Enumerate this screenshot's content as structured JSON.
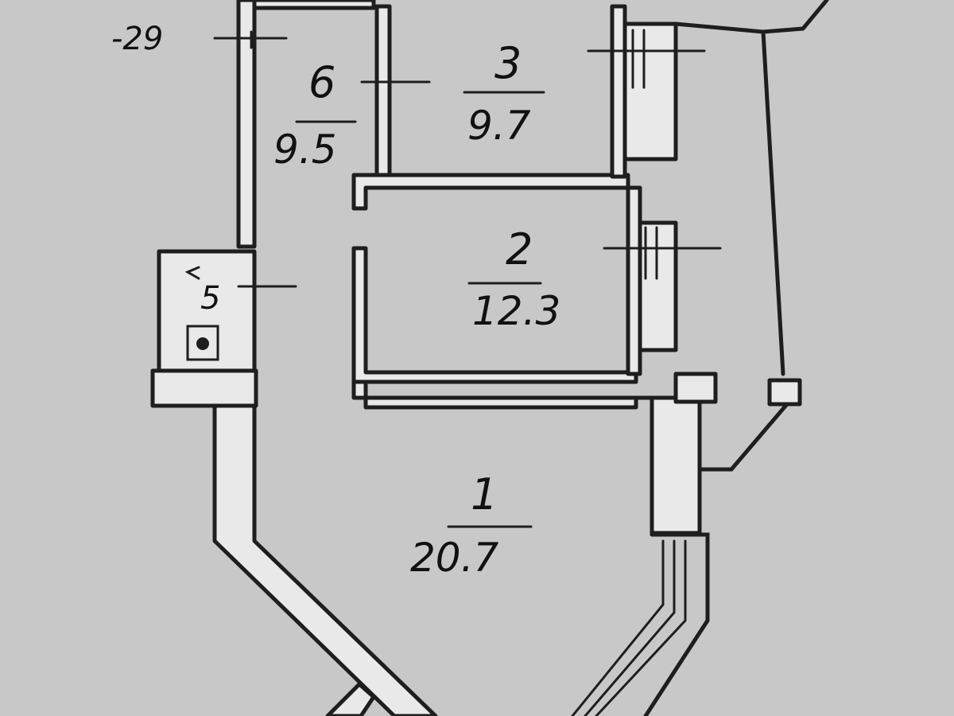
{
  "plan": {
    "corner_label": "-29",
    "rooms": [
      {
        "id": "room-1",
        "number": "1",
        "area": "20.7"
      },
      {
        "id": "room-2",
        "number": "2",
        "area": "12.3"
      },
      {
        "id": "room-3",
        "number": "3",
        "area": "9.7"
      },
      {
        "id": "room-5",
        "number": "5",
        "area": ""
      },
      {
        "id": "room-6",
        "number": "6",
        "area": "9.5"
      }
    ]
  }
}
